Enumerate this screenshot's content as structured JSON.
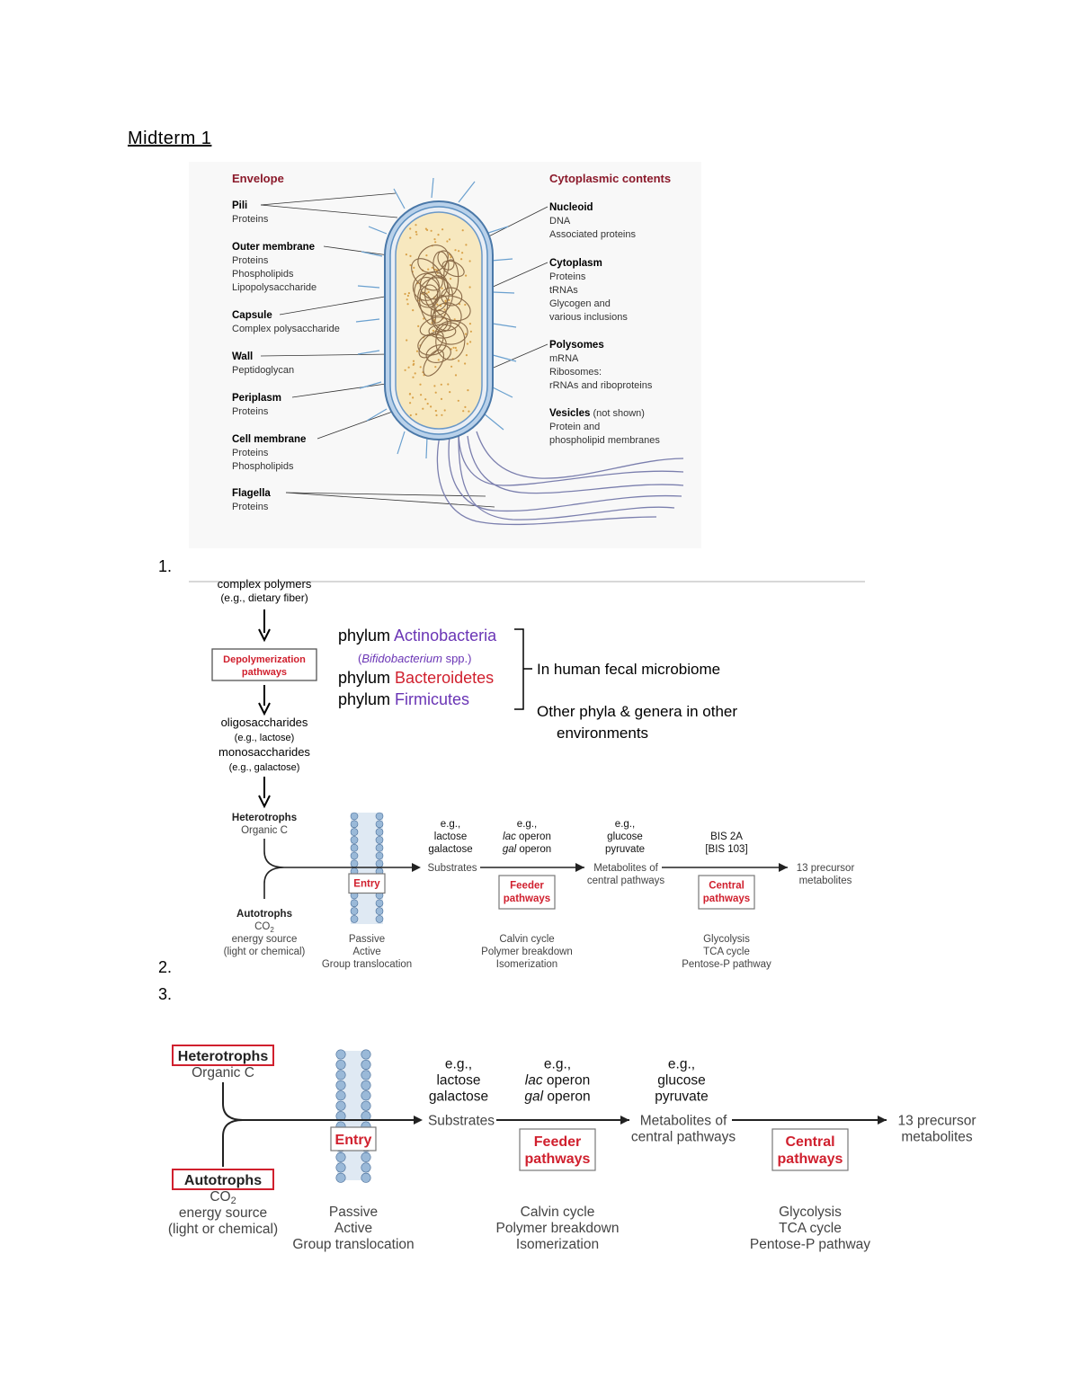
{
  "doc": {
    "title": "Midterm 1",
    "items": [
      "1.",
      "2.",
      "3."
    ]
  },
  "fig1": {
    "envelope_header": "Envelope",
    "cyto_header": "Cytoplasmic contents",
    "left_labels": [
      {
        "name": "Pili",
        "lines": [
          "Proteins"
        ]
      },
      {
        "name": "Outer membrane",
        "lines": [
          "Proteins",
          "Phospholipids",
          "Lipopolysaccharide"
        ]
      },
      {
        "name": "Capsule",
        "lines": [
          "Complex polysaccharide"
        ]
      },
      {
        "name": "Wall",
        "lines": [
          "Peptidoglycan"
        ]
      },
      {
        "name": "Periplasm",
        "lines": [
          "Proteins"
        ]
      },
      {
        "name": "Cell membrane",
        "lines": [
          "Proteins",
          "Phospholipids"
        ]
      },
      {
        "name": "Flagella",
        "lines": [
          "Proteins"
        ]
      }
    ],
    "right_labels": [
      {
        "name": "Nucleoid",
        "suffix": "",
        "lines": [
          "DNA",
          "Associated proteins"
        ]
      },
      {
        "name": "Cytoplasm",
        "suffix": "",
        "lines": [
          "Proteins",
          "tRNAs",
          "Glycogen and",
          "various inclusions"
        ]
      },
      {
        "name": "Polysomes",
        "suffix": "",
        "lines": [
          "mRNA",
          "Ribosomes:",
          "rRNAs and riboproteins"
        ]
      },
      {
        "name": "Vesicles",
        "suffix": " (not shown)",
        "lines": [
          "Protein and",
          "phospholipid membranes"
        ]
      }
    ]
  },
  "fig2": {
    "top_cut": "complex polymers",
    "dietary": "(e.g., dietary fiber)",
    "depoly": [
      "Depolymerization",
      "pathways"
    ],
    "oligo": "oligosaccharides",
    "lactose_eg": "(e.g., lactose)",
    "mono": "monosaccharides",
    "galactose_eg": "(e.g., galactose)",
    "phylum": "phylum",
    "actino": "Actinobacteria",
    "bifido": "Bifidobacterium",
    "spp": " spp.)",
    "bacteroidetes": "Bacteroidetes",
    "firmicutes": "Firmicutes",
    "fecal": "In human fecal microbiome",
    "other1": "Other phyla & genera in other",
    "other2": "environments",
    "heterotrophs": "Heterotrophs",
    "organic_c": "Organic C",
    "autotrophs": "Autotrophs",
    "co2": "CO",
    "energy": "energy source",
    "light": "(light or chemical)",
    "entry": "Entry",
    "passive": "Passive",
    "active": "Active",
    "group": "Group translocation",
    "eg": "e.g.,",
    "lactose": "lactose",
    "galactose": "galactose",
    "substrates": "Substrates",
    "lac": "lac",
    "operon": " operon",
    "gal": "gal",
    "feeder": [
      "Feeder",
      "pathways"
    ],
    "calvin": "Calvin cycle",
    "polymer": "Polymer breakdown",
    "isomer": "Isomerization",
    "glucose": "glucose",
    "pyruvate": "pyruvate",
    "metab1": "Metabolites of",
    "metab2": "central pathways",
    "bis2a": "BIS 2A",
    "bis103": "[BIS 103]",
    "central": [
      "Central",
      "pathways"
    ],
    "glycolysis": "Glycolysis",
    "tca": "TCA cycle",
    "pentose": "Pentose-P pathway",
    "precursor1": "13 precursor",
    "precursor2": "metabolites"
  },
  "colors": {
    "dark_red": "#8b1a2b",
    "red": "#d0202e",
    "purple": "#6a35b5",
    "membrane_blue": "#5b8fc0",
    "cell_fill": "#f7e8bf"
  }
}
